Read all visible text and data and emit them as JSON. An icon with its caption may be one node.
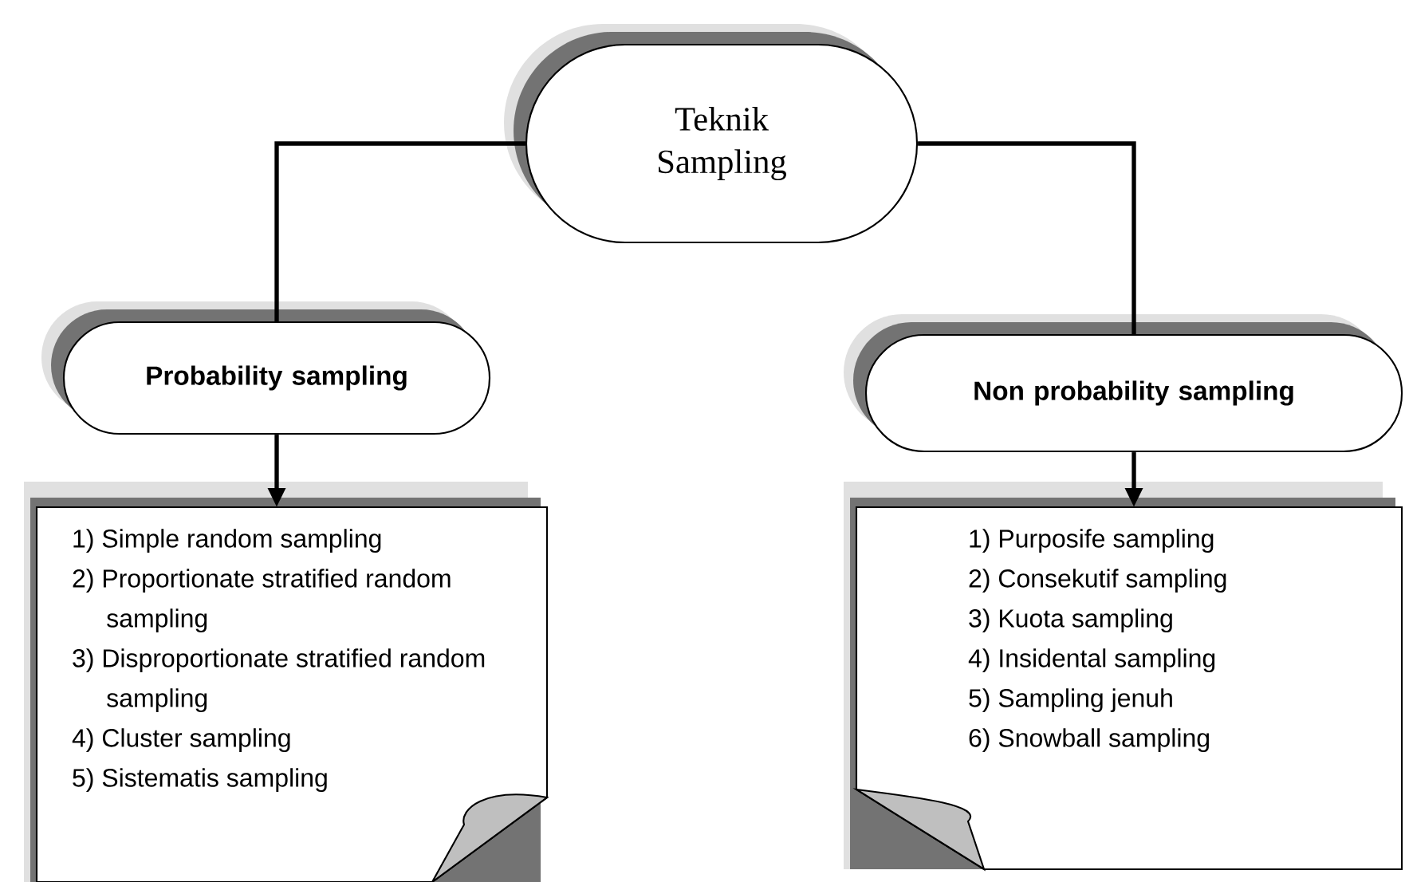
{
  "diagram": {
    "nodes": [
      {
        "text": [
          "Teknik Sampling"
        ]
      },
      {
        "text": [
          "Probability  sampling"
        ]
      },
      {
        "text": [
          "Non probability  sampling"
        ]
      },
      {
        "text": [
          "1) Simple random sampling",
          "2) Proportionate stratified random sampling",
          "3) Disproportionate stratified random sampling",
          "4) Cluster sampling",
          "5) Sistematis sampling"
        ]
      },
      {
        "text": [
          "1) Purposife sampling",
          "2) Consekutif sampling",
          "3) Kuota sampling",
          "4) Insidental  sampling",
          "5) Sampling jenuh",
          "6) Snowball sampling"
        ]
      }
    ],
    "edges": [
      {
        "from": 0,
        "to": 1,
        "arrow": "none"
      },
      {
        "from": 0,
        "to": 2,
        "arrow": "none"
      },
      {
        "from": 1,
        "to": 3,
        "arrow": "to"
      },
      {
        "from": 2,
        "to": 4,
        "arrow": "to"
      }
    ]
  }
}
